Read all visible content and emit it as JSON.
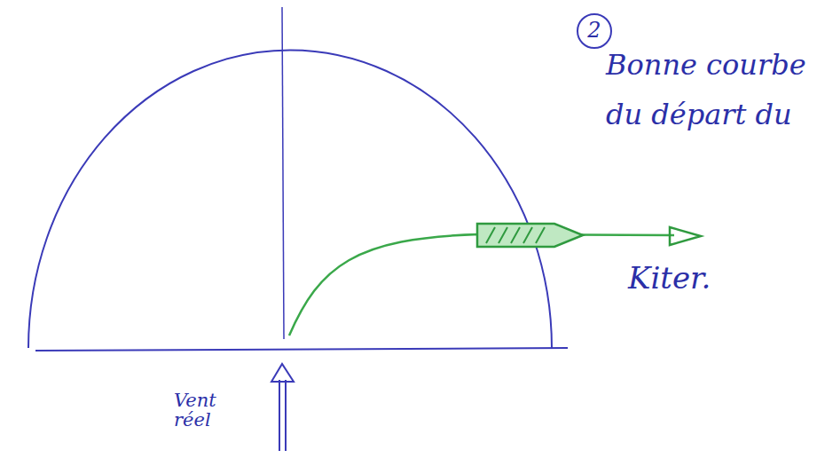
{
  "diagram": {
    "labels": [
      "2",
      "Bonne courbe du départ du",
      "Kiter.",
      "Vent réel"
    ]
  }
}
